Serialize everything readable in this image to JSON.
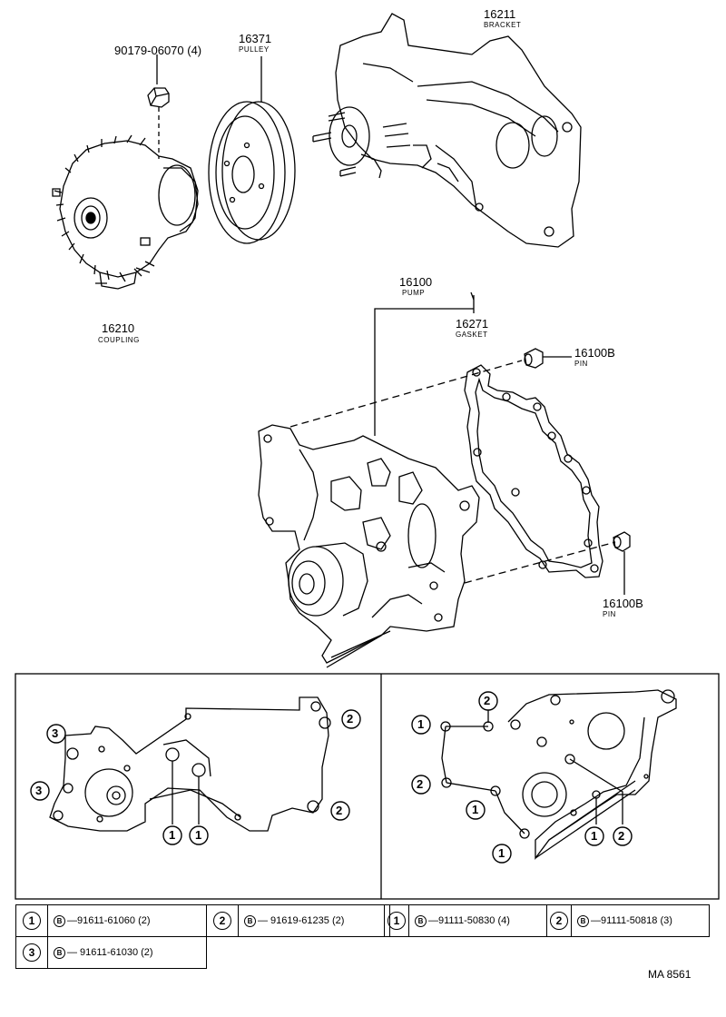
{
  "parts": {
    "bolt_90179": {
      "number": "90179-06070 (4)"
    },
    "pulley": {
      "number": "16371",
      "name": "PULLEY"
    },
    "bracket": {
      "number": "16211",
      "name": "BRACKET"
    },
    "coupling": {
      "number": "16210",
      "name": "COUPLING"
    },
    "pump": {
      "number": "16100",
      "name": "PUMP"
    },
    "gasket": {
      "number": "16271",
      "name": "GASKET"
    },
    "pin_top": {
      "number": "16100B",
      "name": "PIN"
    },
    "pin_bottom": {
      "number": "16100B",
      "name": "PIN"
    }
  },
  "callouts": {
    "left_diagram": [
      "3",
      "3",
      "2",
      "2",
      "1",
      "1"
    ],
    "right_diagram": [
      "2",
      "1",
      "2",
      "1",
      "1",
      "1",
      "2"
    ]
  },
  "legend": {
    "left": [
      {
        "num": "1",
        "b": "B",
        "part": "—91611-61060 (2)"
      },
      {
        "num": "2",
        "b": "B",
        "part": "— 91619-61235 (2)"
      },
      {
        "num": "3",
        "b": "B",
        "part": "— 91611-61030 (2)"
      }
    ],
    "right": [
      {
        "num": "1",
        "b": "B",
        "part": "—91111-50830 (4)"
      },
      {
        "num": "2",
        "b": "B",
        "part": "—91111-50818 (3)"
      }
    ]
  },
  "drawing_code": "MA 8561"
}
